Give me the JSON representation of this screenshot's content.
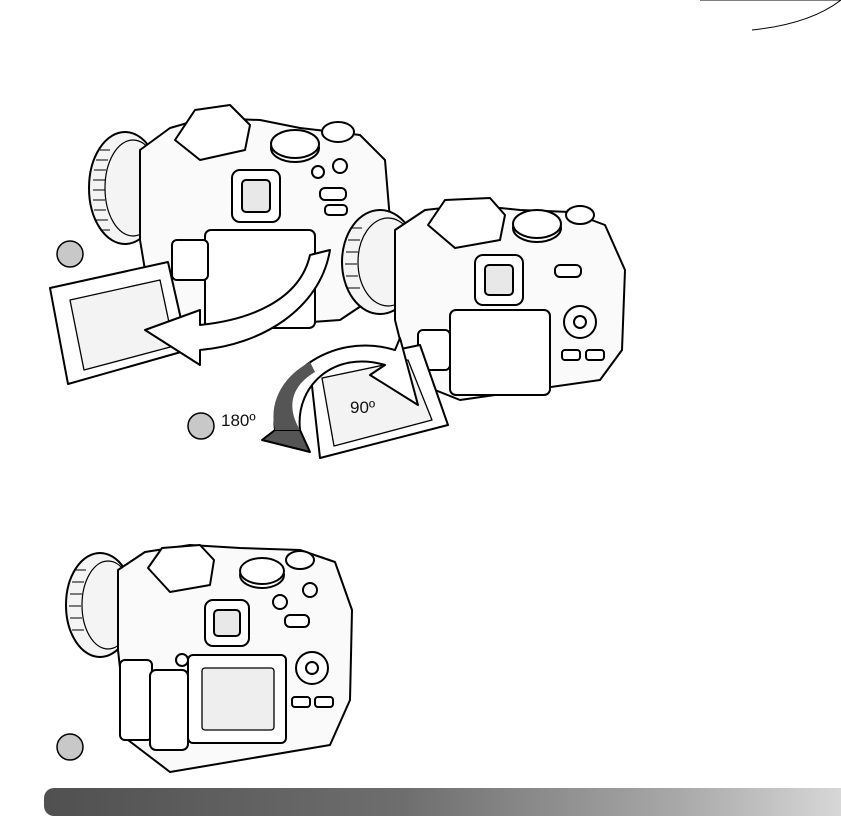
{
  "steps": {
    "rotate_180_label": "180º",
    "rotate_90_label": "90º"
  },
  "colors": {
    "step_marker_fill": "#c8c8c8",
    "arrow_fill": "#555555",
    "footer_bar_start": "#505050",
    "footer_bar_end": "#d7d7d7"
  },
  "icons": [
    "camera-illustration",
    "rotation-arrow-icon",
    "step-marker-icon"
  ]
}
